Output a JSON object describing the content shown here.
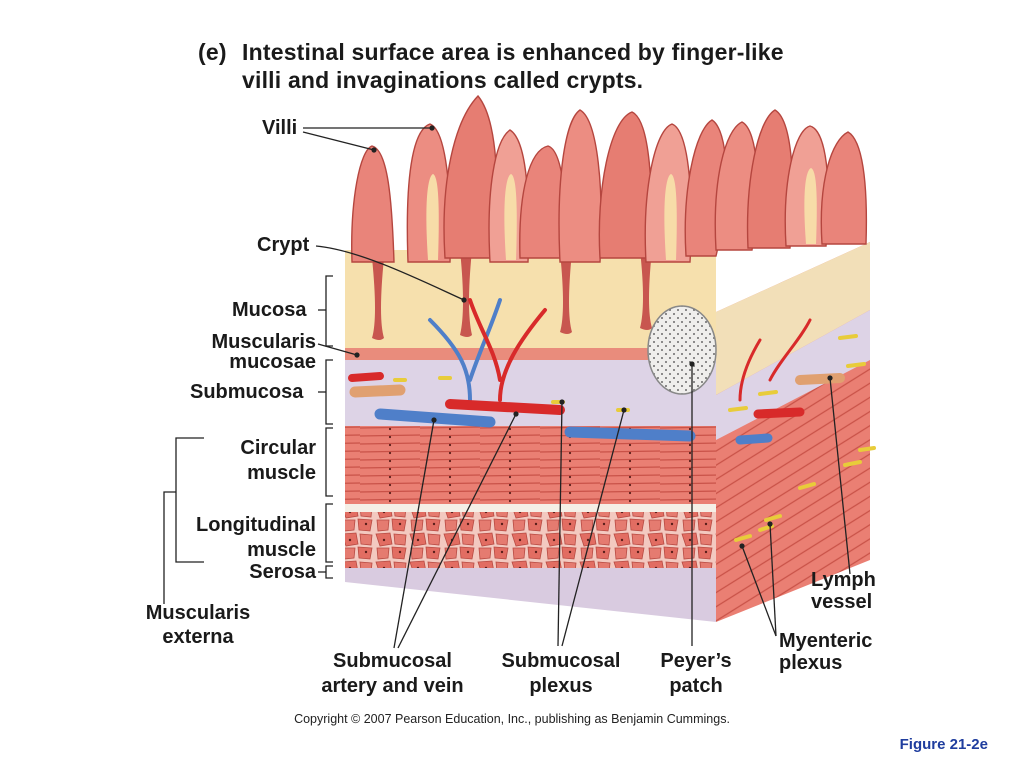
{
  "title": {
    "figure_letter": "(e)",
    "line1": "Intestinal surface area is enhanced by finger-like",
    "line2": "villi and invaginations called crypts."
  },
  "labels": {
    "villi": "Villi",
    "crypt": "Crypt",
    "mucosa": "Mucosa",
    "muscularis_mucosae_1": "Muscularis",
    "muscularis_mucosae_2": "mucosae",
    "submucosa": "Submucosa",
    "circular_muscle_1": "Circular",
    "circular_muscle_2": "muscle",
    "longitudinal_muscle_1": "Longitudinal",
    "longitudinal_muscle_2": "muscle",
    "serosa": "Serosa",
    "muscularis_externa_1": "Muscularis",
    "muscularis_externa_2": "externa",
    "submucosal_artery_vein_1": "Submucosal",
    "submucosal_artery_vein_2": "artery and vein",
    "submucosal_plexus_1": "Submucosal",
    "submucosal_plexus_2": "plexus",
    "peyers_patch_1": "Peyer’s",
    "peyers_patch_2": "patch",
    "myenteric_plexus_1": "Myenteric",
    "myenteric_plexus_2": "plexus",
    "lymph_vessel_1": "Lymph",
    "lymph_vessel_2": "vessel"
  },
  "copyright": "Copyright © 2007 Pearson Education, Inc., publishing as Benjamin Cummings.",
  "figure_number": "Figure 21-2e",
  "colors": {
    "villus": "#e9847a",
    "villus_dark": "#c8564f",
    "lamina": "#f5deaa",
    "submucosa": "#ddd3e6",
    "muscle": "#e8776c",
    "muscle_dark": "#c4483f",
    "vein": "#4f7fc9",
    "artery": "#d82a2a",
    "peyers": "#ecebea",
    "figure_number": "#1f3d9e"
  }
}
